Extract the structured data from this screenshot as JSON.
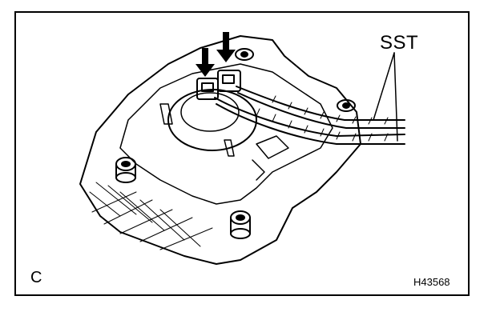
{
  "figure": {
    "callout_label": "SST",
    "corner_letter": "C",
    "figure_code": "H43568"
  },
  "icons": [
    "down-arrow-icon",
    "down-arrow-icon",
    "leader-line"
  ],
  "colors": {
    "line": "#000000",
    "background": "#ffffff"
  }
}
